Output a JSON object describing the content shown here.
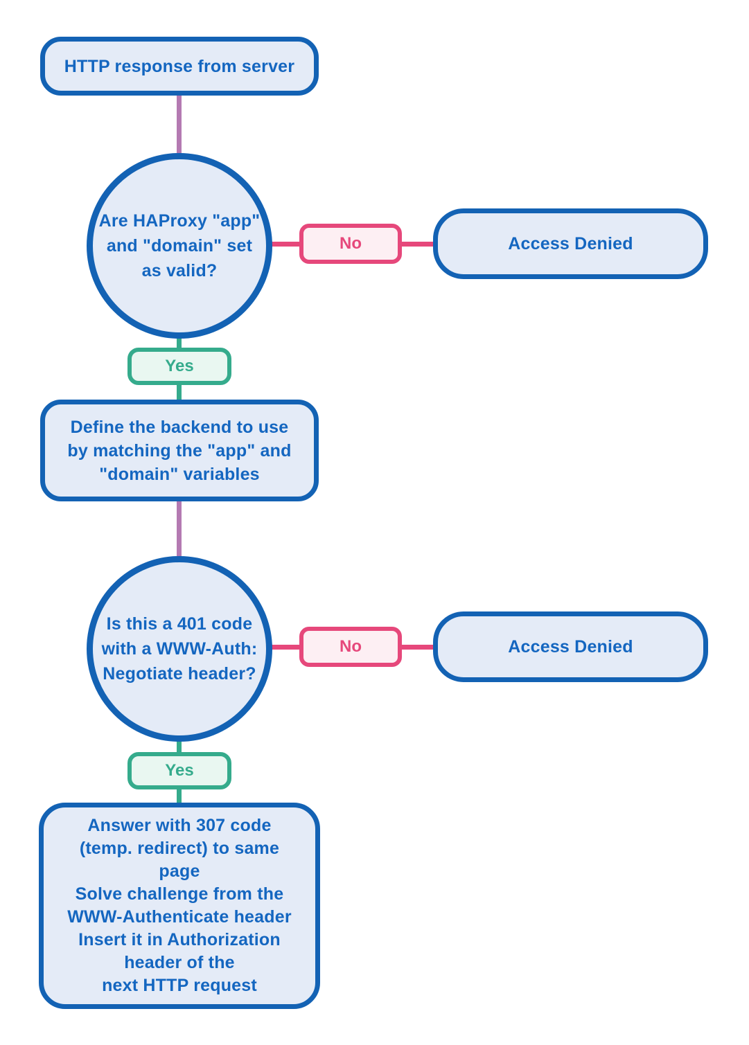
{
  "flowchart": {
    "title_hint": "HAProxy HTTP response handling flow",
    "nodes": {
      "start": "HTTP response from server",
      "decision1": "Are HAProxy \"app\"\nand \"domain\" set\nas valid?",
      "no1": "No",
      "denied1": "Access Denied",
      "yes1": "Yes",
      "backend": "Define the backend to use\nby matching the \"app\" and\n\"domain\" variables",
      "decision2": "Is this a 401 code\nwith a WWW-Auth:\nNegotiate header?",
      "no2": "No",
      "denied2": "Access Denied",
      "yes2": "Yes",
      "answer": "Answer with 307 code\n(temp. redirect) to same\npage\nSolve challenge from the\nWWW-Authenticate header\nInsert it in Authorization\nheader of the\nnext HTTP request"
    },
    "edges": [
      {
        "from": "start",
        "to": "decision1",
        "color_name": "purple"
      },
      {
        "from": "decision1",
        "to": "denied1",
        "label": "No",
        "color_name": "pink"
      },
      {
        "from": "decision1",
        "to": "backend",
        "label": "Yes",
        "color_name": "green"
      },
      {
        "from": "backend",
        "to": "decision2",
        "color_name": "purple"
      },
      {
        "from": "decision2",
        "to": "denied2",
        "label": "No",
        "color_name": "pink"
      },
      {
        "from": "decision2",
        "to": "answer",
        "label": "Yes",
        "color_name": "green"
      }
    ]
  },
  "colors": {
    "node_border_blue": "#1362b4",
    "node_fill_blue": "#e4ebf7",
    "text_blue": "#1466c0",
    "edge_purple": "#b47ab2",
    "edge_pink": "#e6487b",
    "no_fill": "#fdeff3",
    "edge_green": "#35ab8c",
    "yes_fill": "#e9f7f1"
  }
}
